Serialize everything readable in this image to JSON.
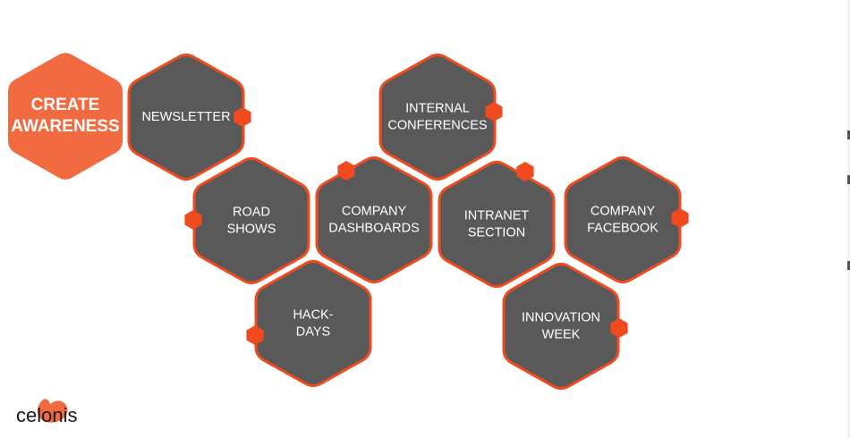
{
  "colors": {
    "hex_fill": "#595959",
    "hex_border": "#f04a1e",
    "main_fill": "#f26a40",
    "connector": "#f04a1e",
    "background": "#ffffff"
  },
  "main": {
    "lines": [
      "CREATE",
      "AWARENESS"
    ]
  },
  "channels": [
    {
      "id": "newsletter",
      "lines": [
        "NEWSLETTER"
      ]
    },
    {
      "id": "road-shows",
      "lines": [
        "ROAD",
        "SHOWS"
      ]
    },
    {
      "id": "hack-days",
      "lines": [
        "HACK-",
        "DAYS"
      ]
    },
    {
      "id": "company-dashboards",
      "lines": [
        "COMPANY",
        "DASHBOARDS"
      ]
    },
    {
      "id": "internal-conferences",
      "lines": [
        "INTERNAL",
        "CONFERENCES"
      ]
    },
    {
      "id": "intranet-section",
      "lines": [
        "INTRANET",
        "SECTION"
      ]
    },
    {
      "id": "company-facebook",
      "lines": [
        "COMPANY",
        "FACEBOOK"
      ]
    },
    {
      "id": "innovation-week",
      "lines": [
        "INNOVATION",
        "WEEK"
      ]
    }
  ],
  "logo": {
    "text": "celonis",
    "icon": "celonis-flame-icon"
  }
}
